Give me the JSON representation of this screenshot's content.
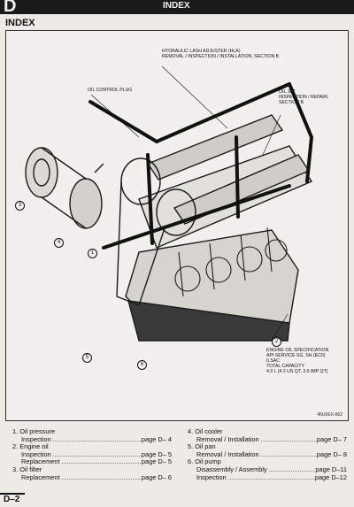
{
  "header": {
    "section_letter": "D",
    "title": "INDEX"
  },
  "index_label": "INDEX",
  "figure": {
    "callouts": {
      "hla": "HYDRAULIC LASH ADJUSTER (HLA)\nREMOVAL / INSPECTION / INSTALLATION, SECTION B",
      "oil_control_plug": "OIL CONTROL PLUG",
      "oil_jet": "OIL JET\nINSPECTION / REPAIR,\nSECTION B",
      "oil_spec": "ENGINE OIL SPECIFICATION\nAPI SERVICE SG, SH (ECII)\nILSAC\nTOTAL CAPACITY\n4.0 L {4.2 US qt, 3.5 Imp qt}"
    },
    "markers": [
      "1",
      "2",
      "3",
      "4",
      "5",
      "6"
    ],
    "figure_code": "45U0EX-062"
  },
  "index_left": [
    {
      "title": "1. Oil pressure",
      "subs": [
        {
          "label": "Inspection",
          "page": "page D– 4"
        }
      ]
    },
    {
      "title": "2. Engine oil",
      "subs": [
        {
          "label": "Inspection",
          "page": "page D– 5"
        },
        {
          "label": "Replacement",
          "page": "page D– 5"
        }
      ]
    },
    {
      "title": "3. Oil filter",
      "subs": [
        {
          "label": "Replacement",
          "page": "page D– 6"
        }
      ]
    }
  ],
  "index_right": [
    {
      "title": "4. Oil cooler",
      "subs": [
        {
          "label": "Removal / Installation",
          "page": "page D– 7"
        }
      ]
    },
    {
      "title": "5. Oil pan",
      "subs": [
        {
          "label": "Removal / Installation",
          "page": "page D– 8"
        }
      ]
    },
    {
      "title": "6. Oil pump",
      "subs": [
        {
          "label": "Disassembly / Assembly",
          "page": "page D–11"
        },
        {
          "label": "Inspection",
          "page": "page D–12"
        }
      ]
    }
  ],
  "page_number": "D–2"
}
